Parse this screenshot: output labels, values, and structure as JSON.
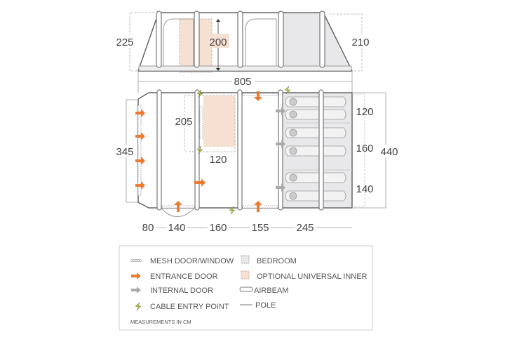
{
  "side_view": {
    "height_left": "225",
    "height_right": "210",
    "inner_height": "200"
  },
  "plan": {
    "total_length": "805",
    "width_left": "345",
    "width_right": "440",
    "inner_depth": "205",
    "inner_width": "120",
    "bedroom_widths": [
      "120",
      "160",
      "140"
    ],
    "bottom_dims": [
      "80",
      "140",
      "160",
      "155",
      "245"
    ]
  },
  "legend": {
    "items": [
      {
        "label": "MESH DOOR/WINDOW",
        "icon": "mesh-icon"
      },
      {
        "label": "ENTRANCE DOOR",
        "icon": "orange-arrow-icon"
      },
      {
        "label": "INTERNAL DOOR",
        "icon": "grey-arrow-icon"
      },
      {
        "label": "CABLE ENTRY POINT",
        "icon": "lightning-icon"
      },
      {
        "label": "BEDROOM",
        "icon": "grey-square-icon"
      },
      {
        "label": "OPTIONAL UNIVERSAL INNER",
        "icon": "peach-square-icon"
      },
      {
        "label": "AIRBEAM",
        "icon": "capsule-icon"
      },
      {
        "label": "POLE",
        "icon": "line-icon"
      }
    ],
    "note": "MEASUREMENTS IN CM"
  },
  "colors": {
    "entrance": "#ee7a30",
    "inner": "#f6e0d2",
    "bedroom": "#e8e8ea",
    "cable": "#c8d42a"
  }
}
